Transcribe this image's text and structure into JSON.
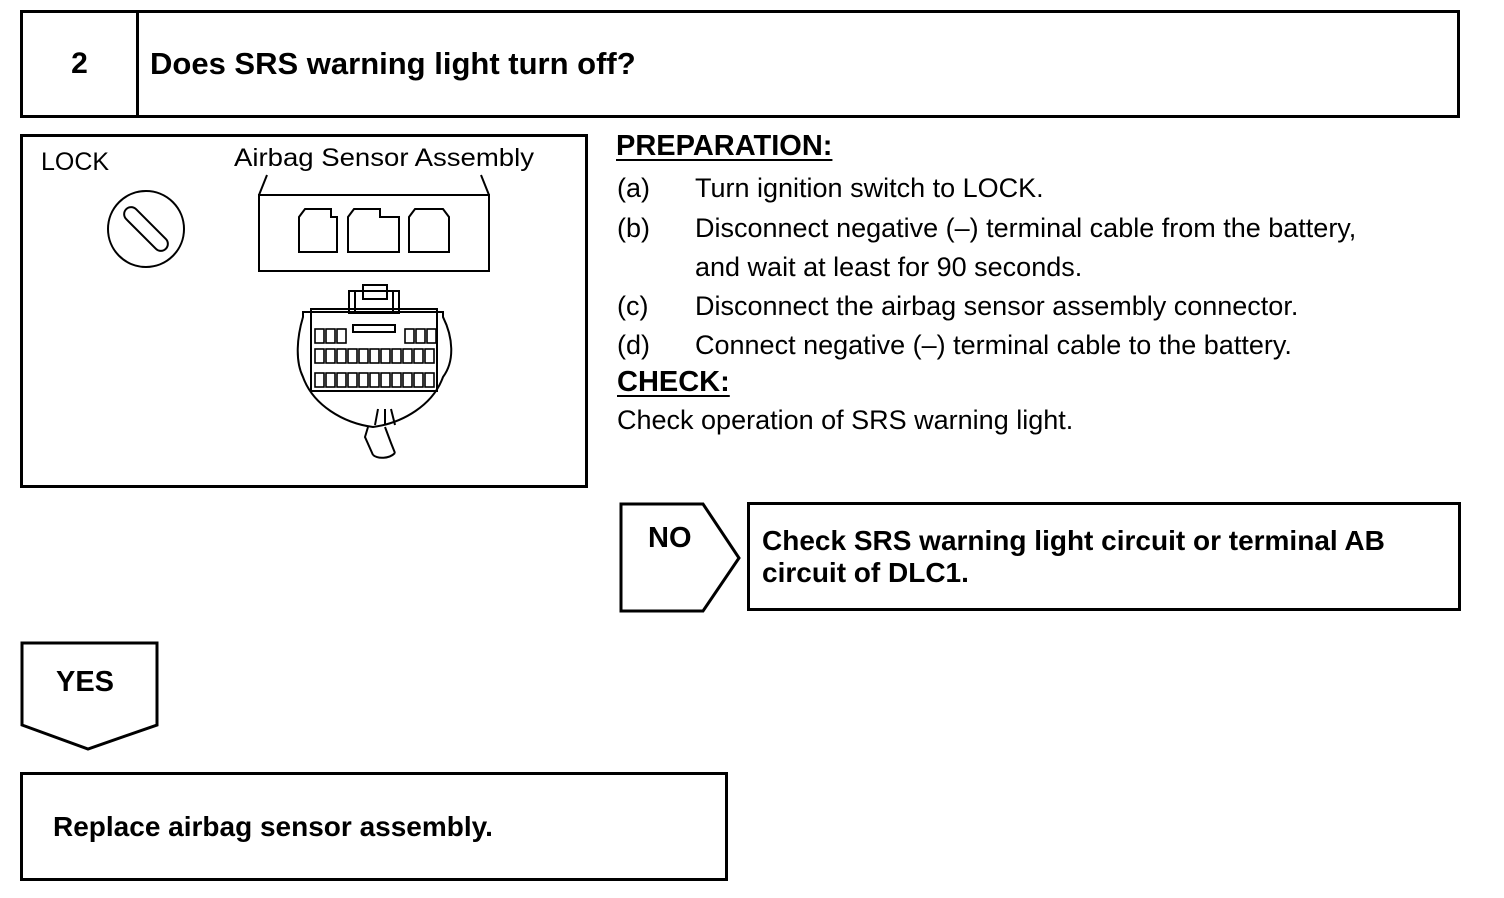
{
  "step": {
    "number": "2",
    "question": "Does SRS warning light turn off?"
  },
  "illustration": {
    "lock_label": "LOCK",
    "sensor_label": "Airbag Sensor Assembly",
    "icons": [
      "ignition-key-lock-icon",
      "airbag-sensor-connector-icon",
      "wire-harness-connector-icon"
    ]
  },
  "preparation": {
    "heading": "PREPARATION:",
    "steps": [
      {
        "label": "(a)",
        "lines": [
          "Turn ignition switch to LOCK."
        ]
      },
      {
        "label": "(b)",
        "lines": [
          "Disconnect negative (–) terminal cable from the battery,",
          "and wait at least for 90 seconds."
        ]
      },
      {
        "label": "(c)",
        "lines": [
          "Disconnect the airbag sensor assembly connector."
        ]
      },
      {
        "label": "(d)",
        "lines": [
          "Connect negative (–) terminal cable to the battery."
        ]
      }
    ]
  },
  "check": {
    "heading": "CHECK:",
    "text": "Check operation of SRS warning light."
  },
  "no_branch": {
    "label": "NO",
    "result": "Check SRS warning light circuit or terminal AB\ncircuit of DLC1."
  },
  "yes_branch": {
    "label": "YES",
    "result": "Replace airbag sensor assembly."
  }
}
